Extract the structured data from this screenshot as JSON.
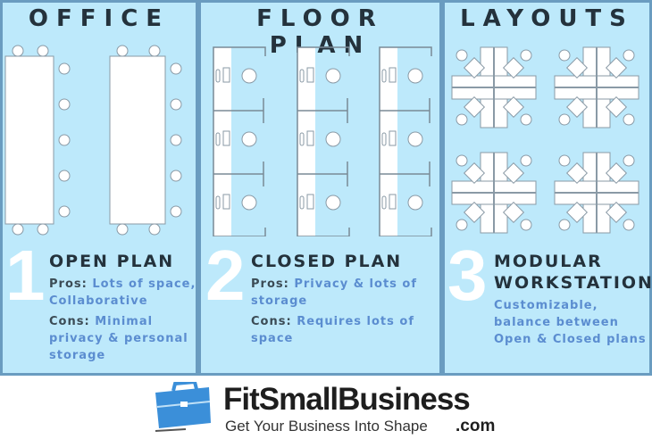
{
  "panels": [
    {
      "title": "OFFICE",
      "number": "1",
      "heading": "OPEN PLAN",
      "pros_label": "Pros:",
      "pros": "Lots of space, Collaborative",
      "cons_label": "Cons:",
      "cons": "Minimal privacy & personal storage"
    },
    {
      "title": "FLOOR PLAN",
      "number": "2",
      "heading": "CLOSED PLAN",
      "pros_label": "Pros:",
      "pros": "Privacy & lots of storage",
      "cons_label": "Cons:",
      "cons": "Requires lots of space"
    },
    {
      "title": "LAYOUTS",
      "number": "3",
      "heading": "MODULAR WORKSTATION",
      "description": "Customizable, balance between Open & Closed plans"
    }
  ],
  "logo": {
    "name": "FitSmallBusiness",
    "tagline": "Get Your Business Into Shape",
    "suffix": ".com",
    "icon": "briefcase-icon"
  },
  "colors": {
    "panel_bg": "#bde9fb",
    "border": "#6a9cc0",
    "accent_text": "#5b8dd0",
    "dark_text": "#24323c",
    "logo_blue": "#3b8fd9"
  }
}
